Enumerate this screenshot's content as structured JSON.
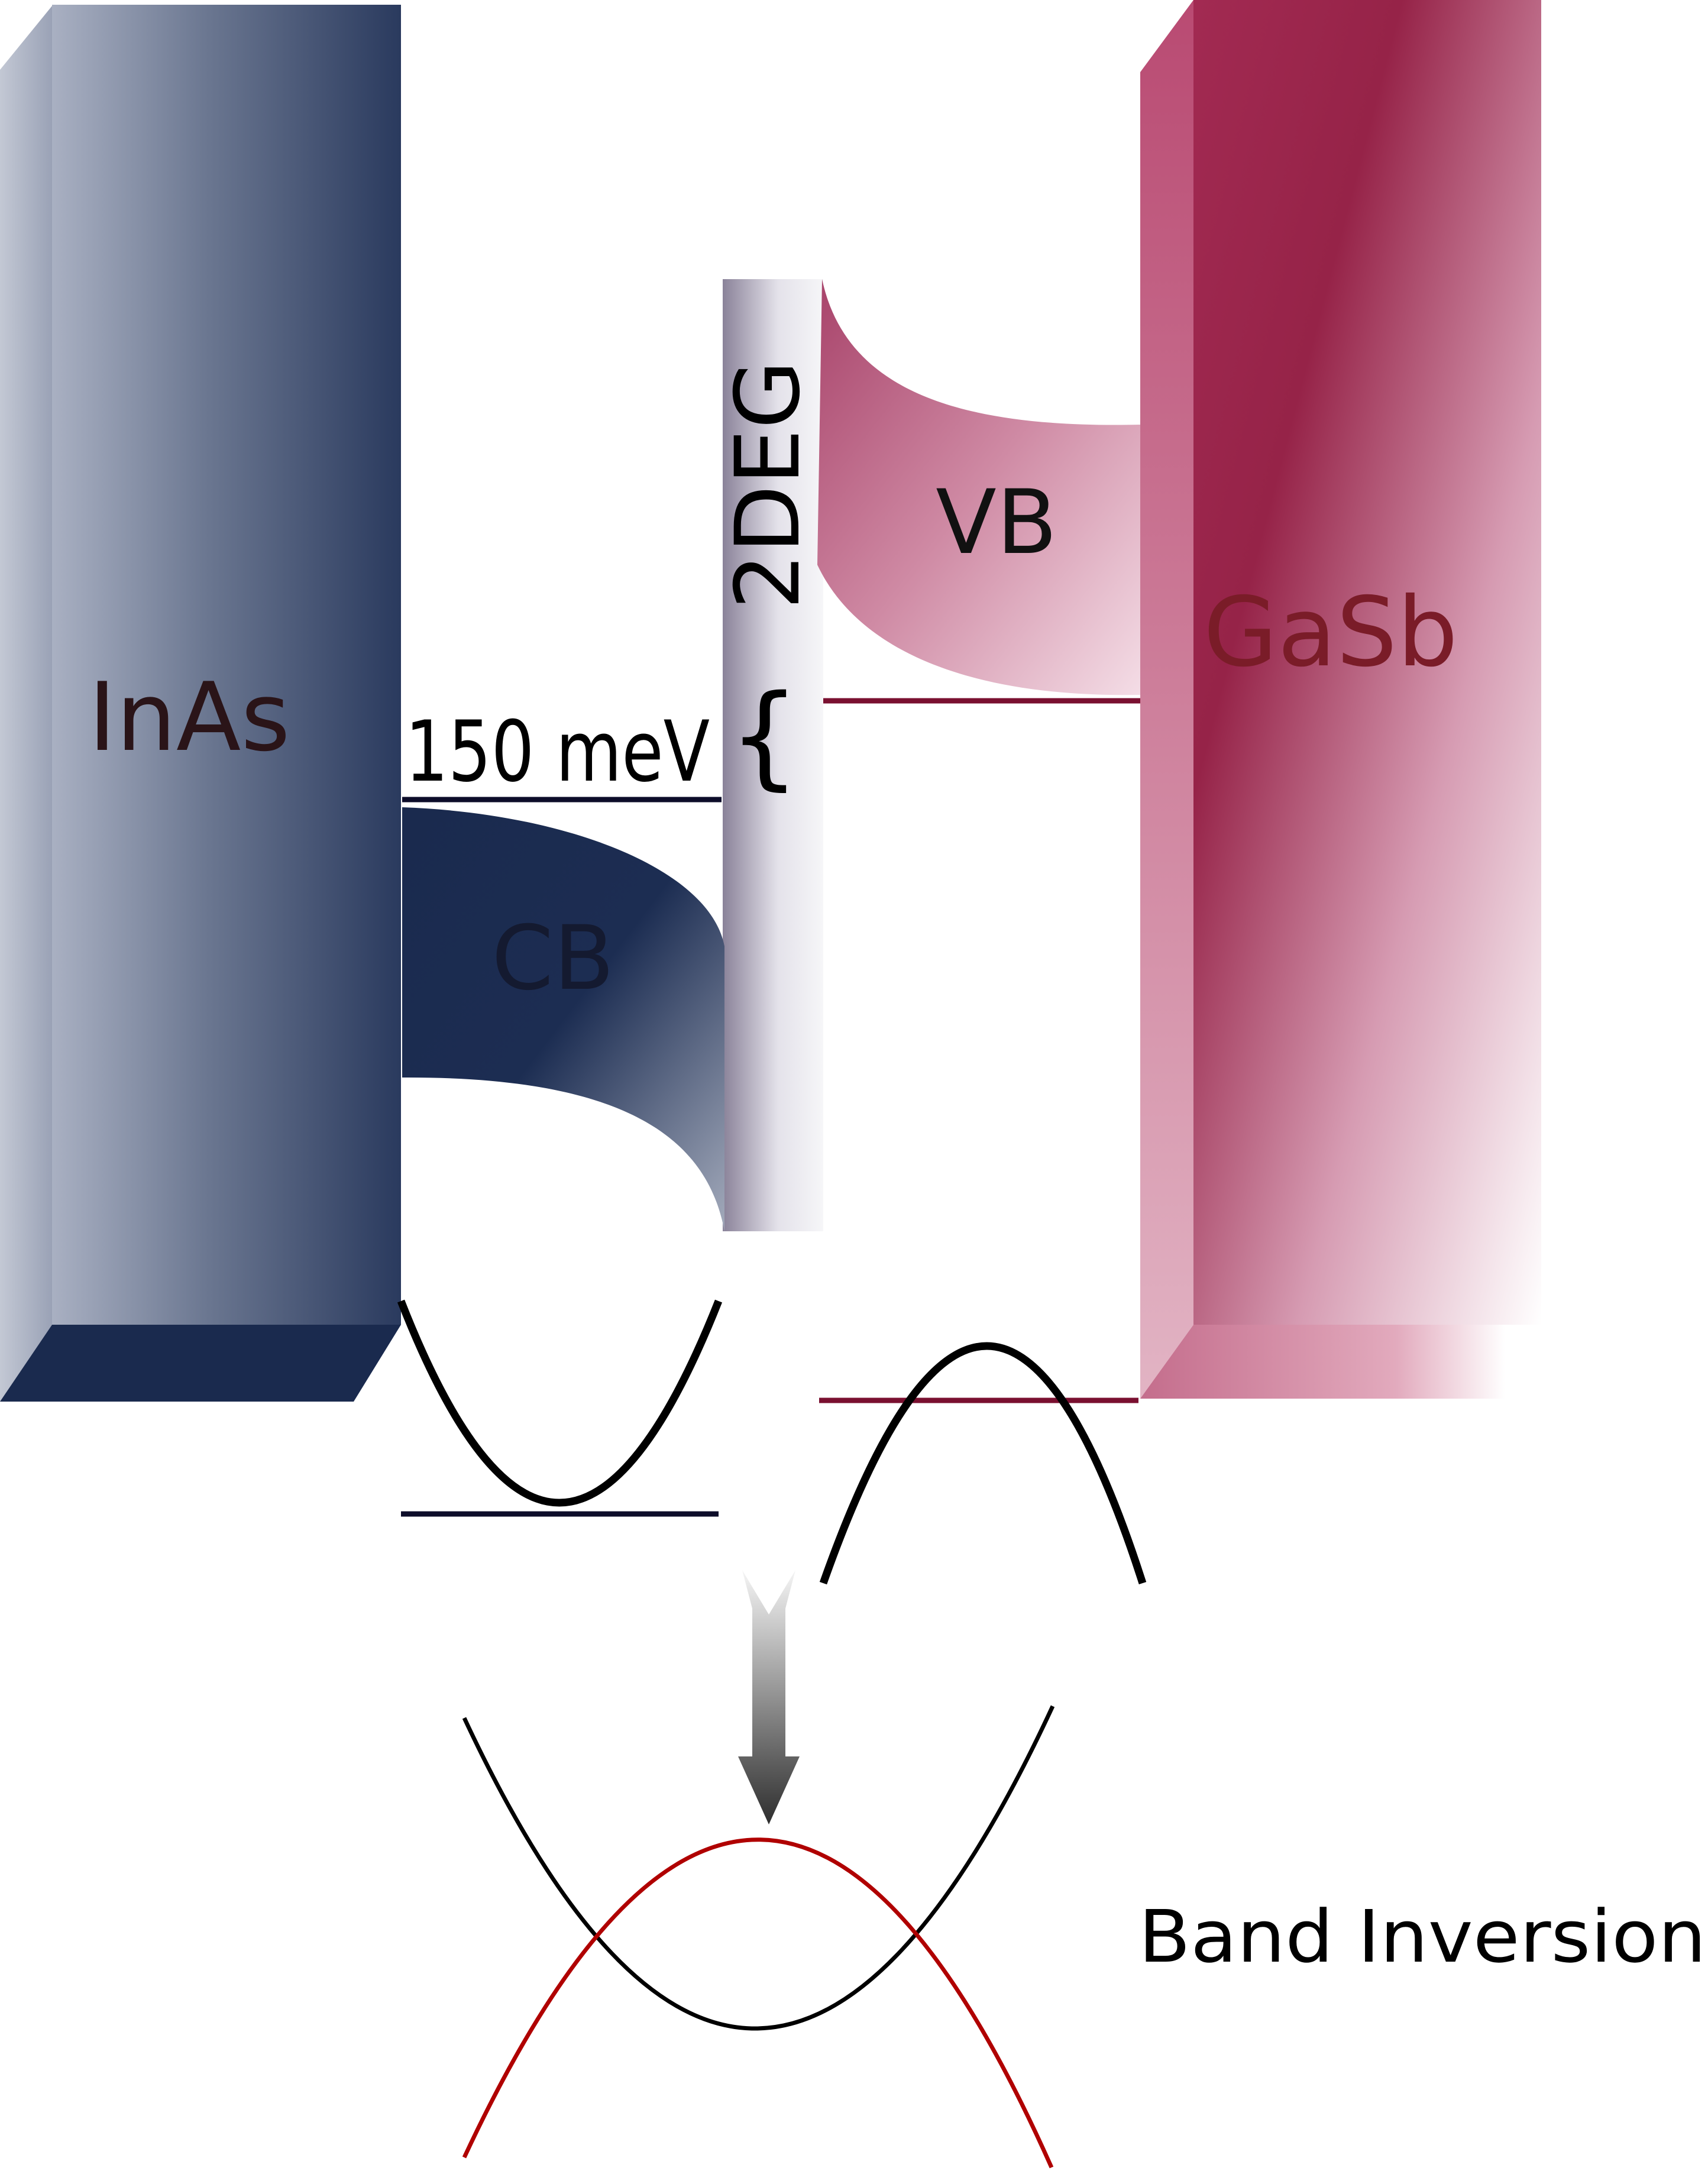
{
  "labels": {
    "inas": "InAs",
    "gasb": "GaSb",
    "cb": "CB",
    "vb": "VB",
    "twodeg": "2DEG",
    "energy_gap": "150 meV",
    "brace": "{",
    "band_inversion": "Band Inversion"
  },
  "colors": {
    "inas_dark": "#1a2a4e",
    "inas_light": "#b0b6c6",
    "gasb_dark": "#962348",
    "gasb_light": "#ffffff",
    "inas_label": "#2a1418",
    "gasb_label": "#7a1c28",
    "cb_label": "#141a30",
    "vb_label": "#111111",
    "level_line_inas": "#0d0d2a",
    "level_line_gasb": "#7a1030",
    "inverted_band": "#b00000",
    "band_curve": "#000000"
  }
}
